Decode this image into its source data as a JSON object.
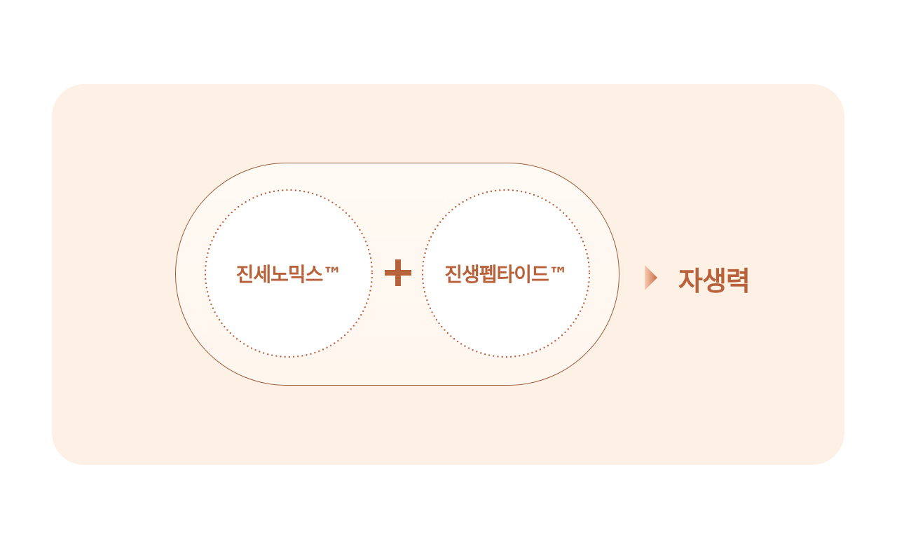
{
  "diagram": {
    "left_ingredient": "진세노믹스™",
    "right_ingredient": "진생펩타이드™",
    "operator": "+",
    "result": "자생력"
  },
  "colors": {
    "panel_background": "#fdf1e6",
    "capsule_border": "#9b5a3b",
    "accent_text": "#b8623b",
    "dotted_ring": "#c0603f"
  },
  "icons": {
    "plus": "plus-icon",
    "arrow": "chevron-right-arrow-icon"
  }
}
